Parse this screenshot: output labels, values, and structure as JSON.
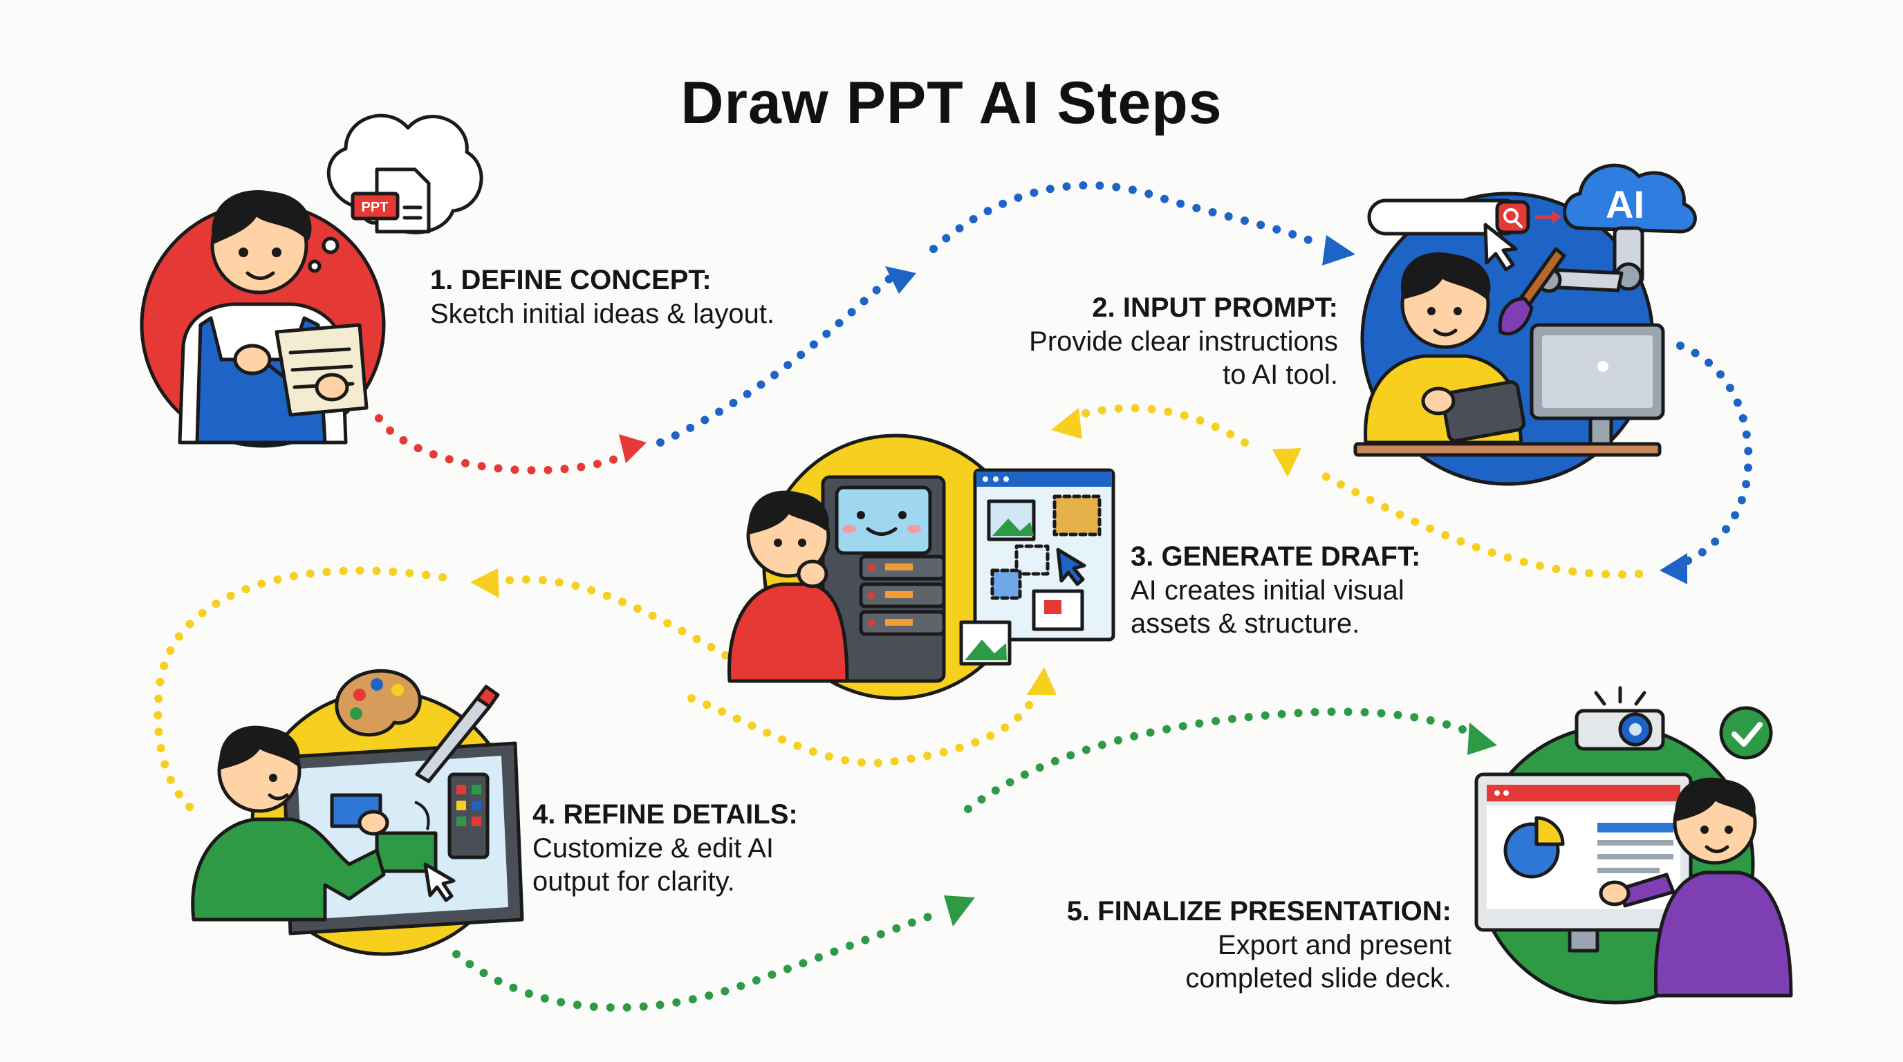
{
  "title": "Draw PPT AI Steps",
  "icons": {
    "ppt_file_label": "PPT",
    "ai_cloud_label": "AI"
  },
  "steps": [
    {
      "heading": "1. DEFINE CONCEPT:",
      "lines": [
        "Sketch initial ideas & layout."
      ],
      "color": "#e53935"
    },
    {
      "heading": "2. INPUT PROMPT:",
      "lines": [
        "Provide clear instructions",
        "to AI tool."
      ],
      "color": "#1e63c6"
    },
    {
      "heading": "3. GENERATE DRAFT:",
      "lines": [
        "AI creates initial visual",
        "assets & structure."
      ],
      "color": "#f6cf1f"
    },
    {
      "heading": "4. REFINE DETAILS:",
      "lines": [
        "Customize & edit AI",
        "output for clarity."
      ],
      "color": "#f6cf1f"
    },
    {
      "heading": "5. FINALIZE PRESENTATION:",
      "lines": [
        "Export and present",
        "completed slide deck."
      ],
      "color": "#2e9a46"
    }
  ],
  "colors": {
    "red": "#e53935",
    "blue": "#1e63c6",
    "yellow": "#f6cf1f",
    "green": "#2e9a46",
    "purple": "#7e3fb5"
  }
}
